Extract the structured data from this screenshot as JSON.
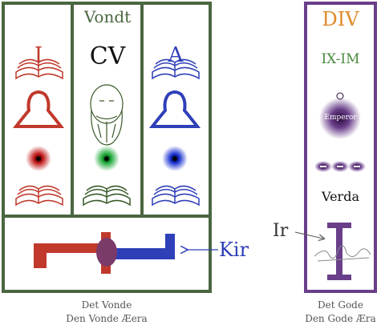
{
  "left_panel": {
    "col_center_title": "Vondt",
    "col_left_letter": "I",
    "col_center_letter": "CV",
    "col_right_letter": "A",
    "pointer_label": "Kir",
    "caption_line1": "Det Vonde",
    "caption_line2": "Den Vonde Æera"
  },
  "right_panel": {
    "title": "DIV",
    "subtitle": "IX-IM",
    "emblem_text": "Emperor",
    "label": "Verda",
    "pointer_label": "Ir",
    "caption_line1": "Det Gode",
    "caption_line2": "Den Gode Æra"
  },
  "colors": {
    "evil_frame": "#4a6741",
    "good_frame": "#6a3f8a",
    "red": "#c0392b",
    "green": "#2f8a3a",
    "blue": "#2f3fb8",
    "orange": "#e08a2a"
  }
}
